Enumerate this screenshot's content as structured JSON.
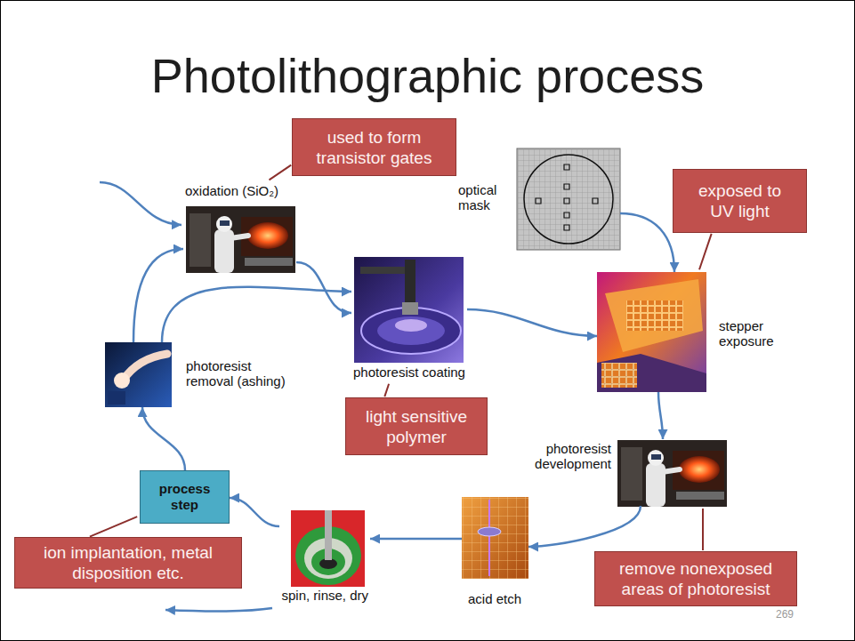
{
  "diagram": {
    "title": "Photolithographic process",
    "nodes": [
      {
        "text": [
          "oxidation (SiO₂)"
        ]
      },
      {
        "text": [
          "used to form transistor gates"
        ]
      },
      {
        "text": [
          "optical mask"
        ]
      },
      {
        "text": [
          "exposed to UV light"
        ]
      },
      {
        "text": [
          "photoresist coating"
        ]
      },
      {
        "text": [
          "stepper exposure"
        ]
      },
      {
        "text": [
          "photoresist removal (ashing)"
        ]
      },
      {
        "text": [
          "light sensitive polymer"
        ]
      },
      {
        "text": [
          "photoresist development"
        ]
      },
      {
        "text": [
          "process step"
        ]
      },
      {
        "text": [
          "ion implantation, metal disposition etc."
        ]
      },
      {
        "text": [
          "spin, rinse, dry"
        ]
      },
      {
        "text": [
          "acid etch"
        ]
      },
      {
        "text": [
          "remove nonexposed areas of photoresist"
        ]
      }
    ],
    "edges": [
      {
        "from": 0,
        "to": 4,
        "arrow": "to"
      },
      {
        "from": 2,
        "to": 5,
        "arrow": "to"
      },
      {
        "from": 4,
        "to": 5,
        "arrow": "to"
      },
      {
        "from": 5,
        "to": 8,
        "arrow": "to"
      },
      {
        "from": 8,
        "to": 12,
        "arrow": "to"
      },
      {
        "from": 12,
        "to": 11,
        "arrow": "to"
      },
      {
        "from": 11,
        "to": 9,
        "arrow": "to"
      },
      {
        "from": 9,
        "to": 6,
        "arrow": "to"
      },
      {
        "from": 6,
        "to": 0,
        "arrow": "to"
      },
      {
        "from": 6,
        "to": 4,
        "arrow": "to"
      },
      {
        "from": 1,
        "to": 0,
        "arrow": "none"
      },
      {
        "from": 3,
        "to": 5,
        "arrow": "none"
      },
      {
        "from": 7,
        "to": 4,
        "arrow": "none"
      },
      {
        "from": 13,
        "to": 8,
        "arrow": "none"
      },
      {
        "from": 10,
        "to": 9,
        "arrow": "none"
      }
    ],
    "labels": [
      "269"
    ]
  }
}
